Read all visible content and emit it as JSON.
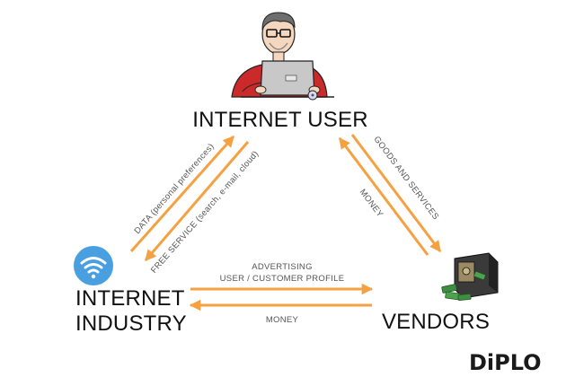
{
  "nodes": {
    "internet_user": "INTERNET USER",
    "internet_industry_line1": "INTERNET",
    "internet_industry_line2": "INDUSTRY",
    "vendors": "VENDORS"
  },
  "flows": {
    "data": "DATA (personal preferences)",
    "free_service": "FREE SERVICE (search, e-mail, cloud)",
    "goods_and_services": "GOODS AND SERVICES",
    "money_vendor_to_user": "MONEY",
    "advertising": "ADVERTISING",
    "user_customer_profile": "USER / CUSTOMER PROFILE",
    "money_vendor_to_industry": "MONEY"
  },
  "logo": {
    "text": "DiPLO"
  },
  "colors": {
    "arrow": "#F5A142",
    "wifi": "#4A9FE0",
    "text": "#111111",
    "label": "#555555",
    "shirt": "#CC2A2A",
    "laptop": "#C8C8C8",
    "safe": "#3A3A3A",
    "cash": "#3E8E41"
  },
  "icons": {
    "user": "person-with-laptop-icon",
    "industry": "wifi-icon",
    "vendors": "safe-with-money-icon"
  }
}
